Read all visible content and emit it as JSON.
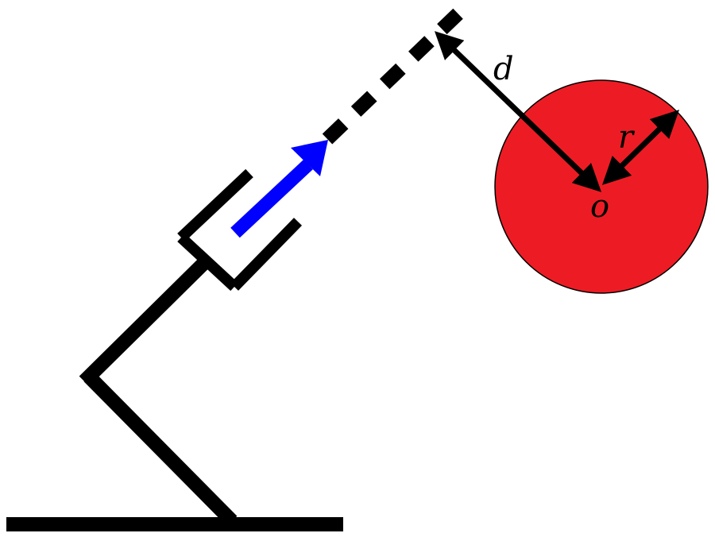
{
  "labels": {
    "distance": "d",
    "radius": "r",
    "origin": "o"
  },
  "colors": {
    "stroke": "#000000",
    "obstacle_fill": "#ED1C24",
    "approach_arrow": "#0000FF",
    "background": "#FFFFFF"
  },
  "icons": {
    "obstacle": "red-sphere-icon",
    "approach_direction": "blue-arrow-icon",
    "gripper": "parallel-gripper-icon"
  }
}
